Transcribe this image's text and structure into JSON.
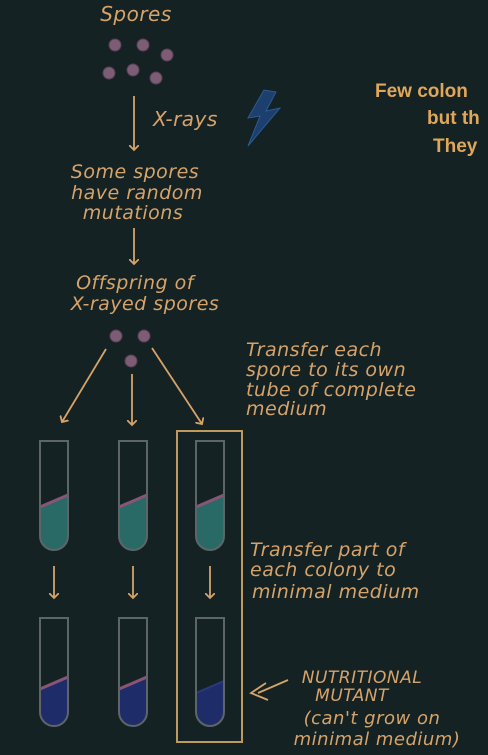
{
  "labels": {
    "spores": "Spores",
    "xrays": "X-rays",
    "mutations": [
      "Some spores",
      "have random",
      "mutations"
    ],
    "offspring": [
      "Offspring of",
      "X-rayed spores"
    ],
    "transfer_each": [
      "Transfer each",
      "spore to its own",
      "tube of complete",
      "medium"
    ],
    "transfer_part": [
      "Transfer part of",
      "each colony to",
      "minimal medium"
    ],
    "mutant": [
      "NUTRITIONAL",
      "MUTANT",
      "(can't grow on",
      "minimal medium)"
    ]
  },
  "cut_text": [
    "Few colon",
    "but th",
    "They"
  ],
  "colors": {
    "background": "#152223",
    "ink": "#d6a36a",
    "spore": "#7d5c76",
    "complete_medium": "#2a6a66",
    "minimal_medium": "#1f2c6a",
    "tube_outline": "#5e6569",
    "bolt": "#1d3f6e",
    "cut_text": "#e0a65a"
  },
  "icons": [
    "lightning-bolt-icon"
  ]
}
